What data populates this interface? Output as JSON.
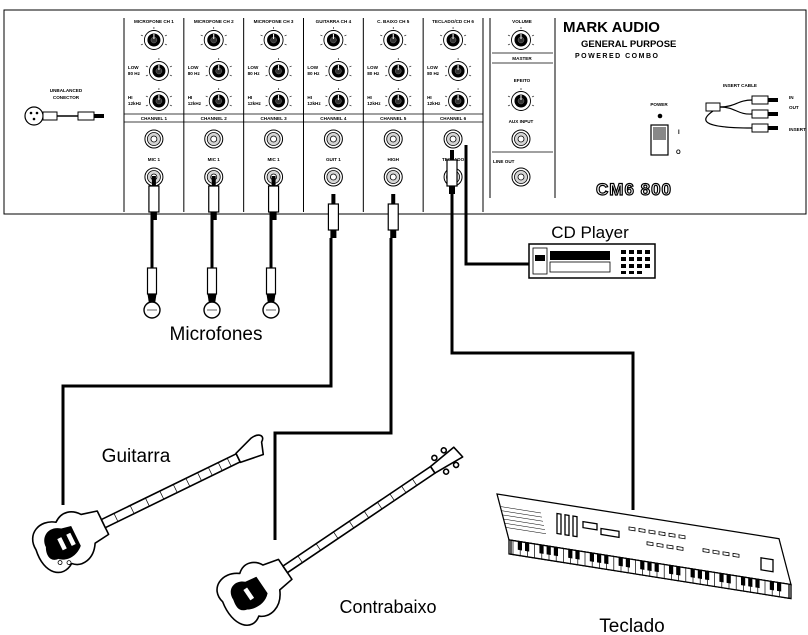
{
  "mixer": {
    "brand": "MARK AUDIO",
    "subtitle": "GENERAL PURPOSE",
    "subtitle2": "POWERED COMBO",
    "model": "CM6 800",
    "unbalanced_label_1": "UNBALANCED",
    "unbalanced_label_2": "CONECTOR",
    "insert_cable_label": "INSERT CABLE",
    "insert_in": "IN",
    "insert_out": "OUT",
    "insert_insert": "INSERT",
    "power_label": "POWER",
    "power_on": "I",
    "power_off": "O",
    "volume_label": "VOLUME",
    "master_label": "MASTER",
    "effect_label": "EFEITO",
    "aux_input_label": "AUX INPUT",
    "line_out_label": "LINE OUT",
    "channels": [
      {
        "source": "MICROFONE  CH 1",
        "footer": "CHANNEL 1",
        "input": "MIC 1"
      },
      {
        "source": "MICROFONE  CH 2",
        "footer": "CHANNEL 2",
        "input": "MIC 1"
      },
      {
        "source": "MICROFONE  CH 3",
        "footer": "CHANNEL 3",
        "input": "MIC 1"
      },
      {
        "source": "GUITARRA  CH 4",
        "footer": "CHANNEL 4",
        "input": "GUIT 1"
      },
      {
        "source": "C. BAIXO  CH 5",
        "footer": "CHANNEL 5",
        "input": "HIGH"
      },
      {
        "source": "TECLADO/CD  CH 6",
        "footer": "CHANNEL 6",
        "input": "TECLADO"
      }
    ],
    "knob_low": "LOW",
    "knob_low_freq": "80 Hz",
    "knob_hi": "HI",
    "knob_hi_freq": "12kHz"
  },
  "labels": {
    "microfones": "Microfones",
    "cd_player": "CD Player",
    "guitarra": "Guitarra",
    "contrabaixo": "Contrabaixo",
    "teclado": "Teclado"
  }
}
